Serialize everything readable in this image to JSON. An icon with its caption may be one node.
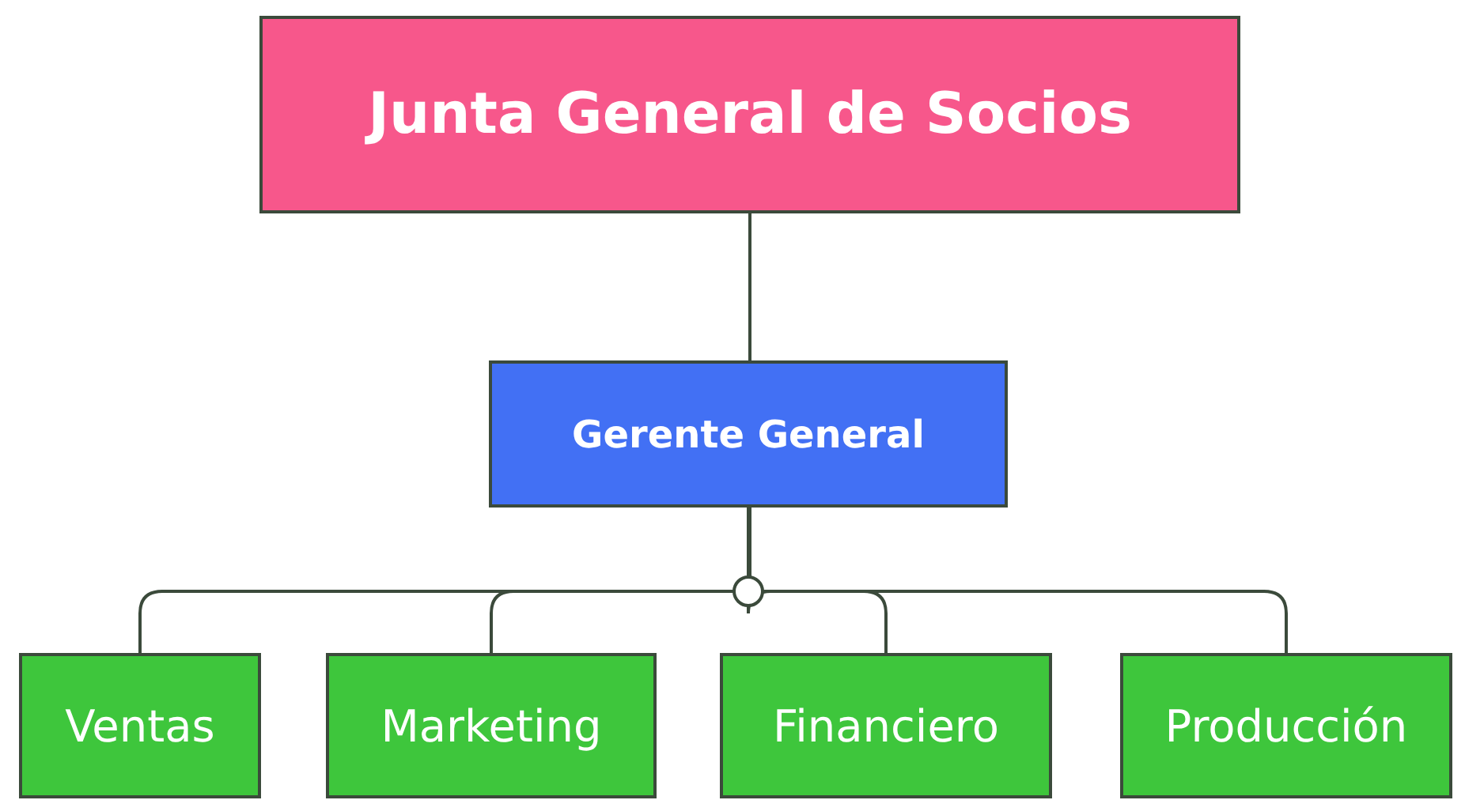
{
  "diagram": {
    "nodes": [
      {
        "text": [
          "Junta General de Socios"
        ]
      },
      {
        "text": [
          "Gerente General"
        ]
      },
      {
        "text": [
          "Ventas"
        ]
      },
      {
        "text": [
          "Marketing"
        ]
      },
      {
        "text": [
          "Financiero"
        ]
      },
      {
        "text": [
          "Producción"
        ]
      }
    ],
    "edges": [
      {
        "from": 0,
        "to": 1,
        "arrow": "none"
      },
      {
        "from": 1,
        "to": 2,
        "arrow": "none"
      },
      {
        "from": 1,
        "to": 3,
        "arrow": "none"
      },
      {
        "from": 1,
        "to": 4,
        "arrow": "none"
      },
      {
        "from": 1,
        "to": 5,
        "arrow": "none"
      }
    ]
  }
}
